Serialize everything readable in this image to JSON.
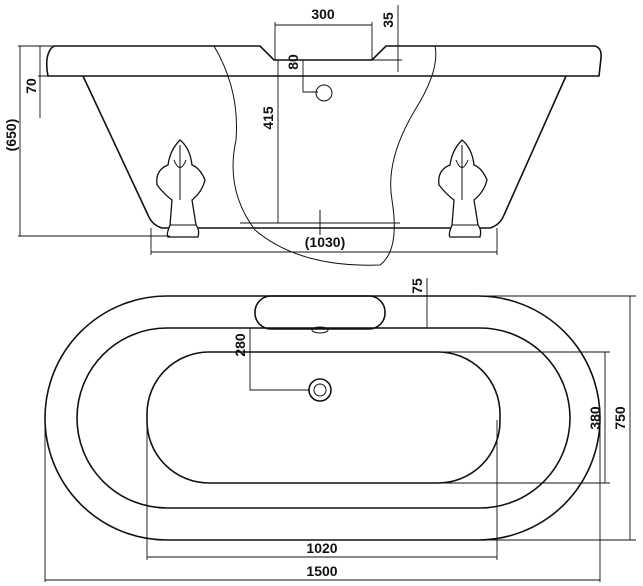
{
  "side_view": {
    "dimensions": {
      "overflow_width": "300",
      "rim_step": "35",
      "overflow_drop": "80",
      "rim_thickness": "70",
      "total_height": "(650)",
      "inner_depth": "415",
      "feet_span": "(1030)"
    }
  },
  "plan_view": {
    "dimensions": {
      "pillow_depth": "75",
      "drain_offset": "280",
      "inner_width": "380",
      "total_width": "750",
      "inner_length": "1020",
      "total_length": "1500"
    }
  },
  "colors": {
    "line": "#111111",
    "background": "#ffffff"
  }
}
